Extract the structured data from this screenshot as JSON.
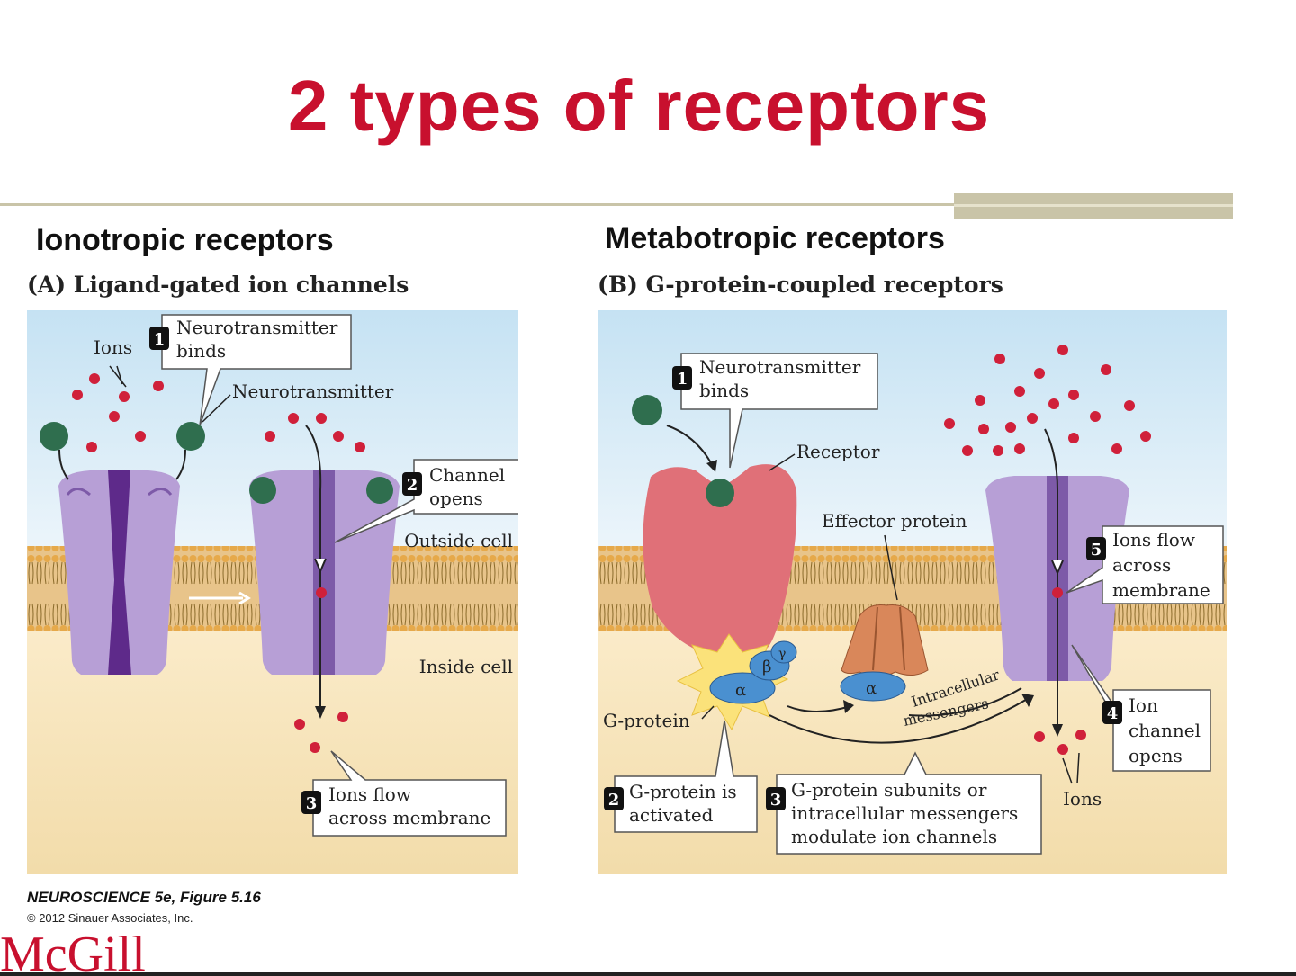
{
  "title": "2 types of receptors",
  "left": {
    "heading": "Ionotropic receptors",
    "subtitle": "(A)  Ligand-gated ion channels",
    "labels": {
      "ions": "Ions",
      "neurotransmitter": "Neurotransmitter",
      "outside_cell": "Outside cell",
      "inside_cell": "Inside cell"
    },
    "steps": [
      {
        "num": "1",
        "lines": [
          "Neurotransmitter",
          "binds"
        ]
      },
      {
        "num": "2",
        "lines": [
          "Channel",
          "opens"
        ]
      },
      {
        "num": "3",
        "lines": [
          "Ions flow",
          "across membrane"
        ]
      }
    ]
  },
  "right": {
    "heading": "Metabotropic receptors",
    "subtitle": "(B)  G-protein-coupled receptors",
    "labels": {
      "receptor": "Receptor",
      "effector": "Effector protein",
      "gprotein": "G-protein",
      "ions": "Ions",
      "intracellular": "Intracellular",
      "messengers": "messengers",
      "alpha": "α",
      "beta": "β",
      "gamma": "γ"
    },
    "steps": [
      {
        "num": "1",
        "lines": [
          "Neurotransmitter",
          "binds"
        ]
      },
      {
        "num": "2",
        "lines": [
          "G-protein is",
          "activated"
        ]
      },
      {
        "num": "3",
        "lines": [
          "G-protein subunits or",
          "intracellular messengers",
          "modulate ion channels"
        ]
      },
      {
        "num": "4",
        "lines": [
          "Ion",
          "channel",
          "opens"
        ]
      },
      {
        "num": "5",
        "lines": [
          "Ions flow",
          "across",
          "membrane"
        ]
      }
    ]
  },
  "credit": {
    "figure": "NEUROSCIENCE 5e, Figure 5.16",
    "copyright": "© 2012 Sinauer Associates, Inc."
  },
  "logo": "McGill",
  "colors": {
    "title": "#c8102e",
    "channel": "#b79fd6",
    "channel_dark": "#5e2a8a",
    "ligand": "#2f6e4e",
    "ion": "#d0203a",
    "receptor": "#e07078",
    "gprotein": "#4a90d0",
    "effector": "#d9875a"
  }
}
